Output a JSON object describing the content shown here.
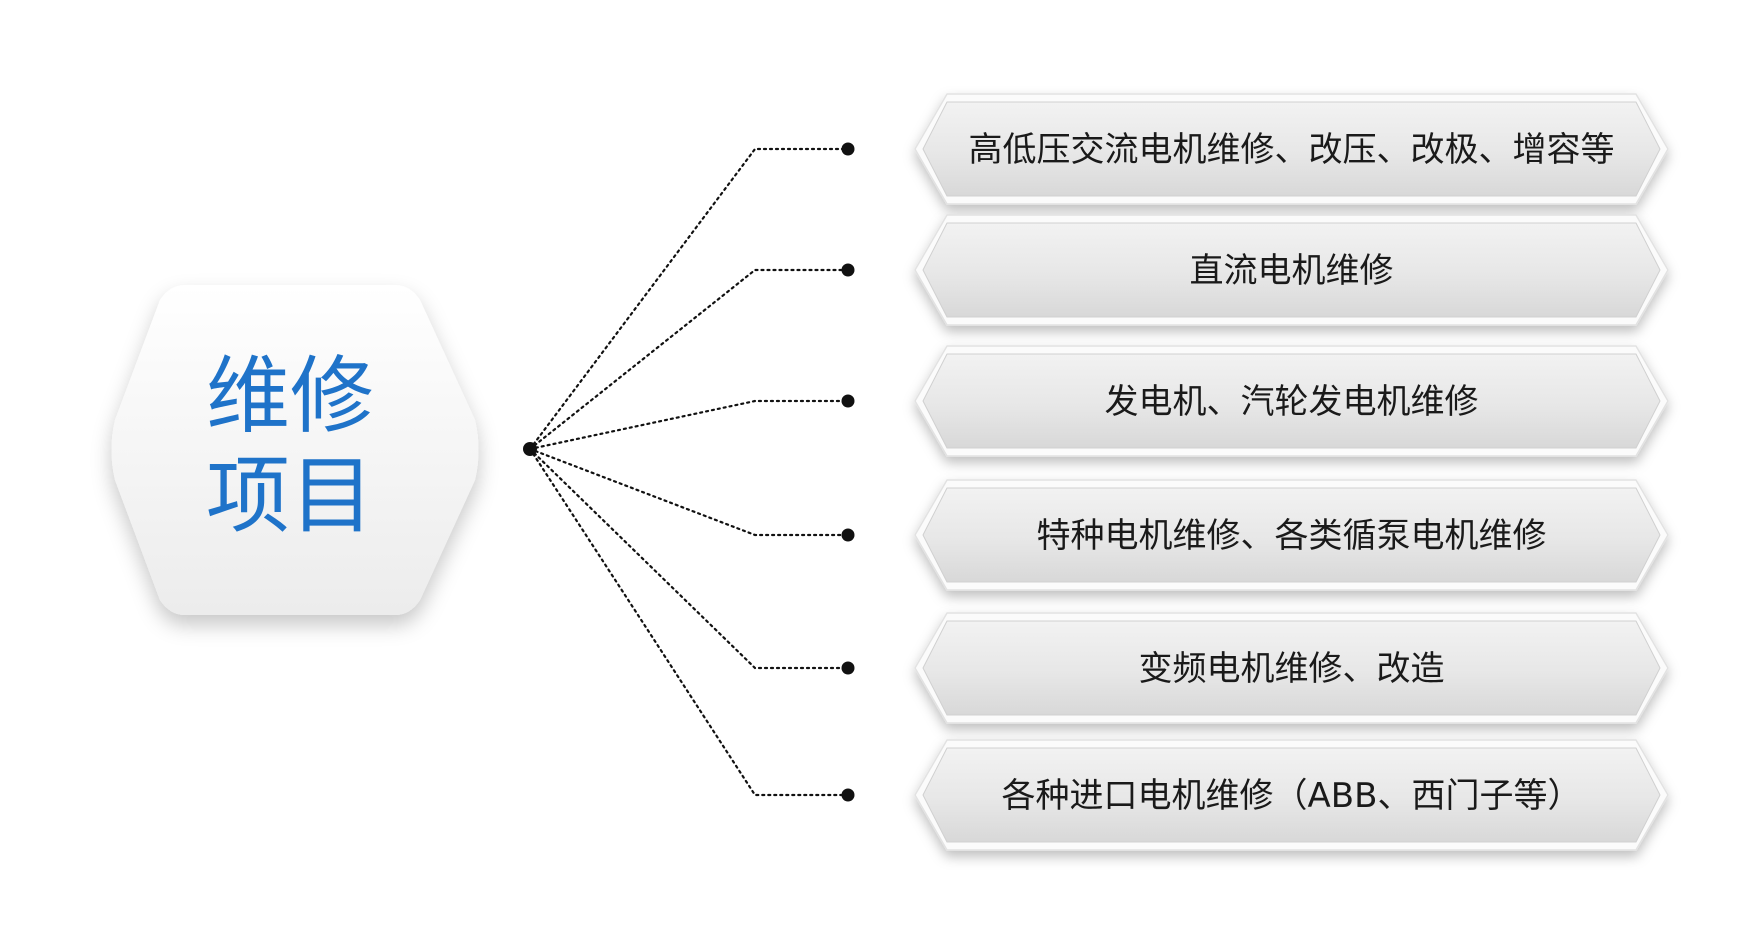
{
  "diagram": {
    "center": {
      "line1": "维修",
      "line2": "项目"
    },
    "items": [
      {
        "label": "高低压交流电机维修、改压、改极、增容等"
      },
      {
        "label": "直流电机维修"
      },
      {
        "label": "发电机、汽轮发电机维修"
      },
      {
        "label": "特种电机维修、各类循泵电机维修"
      },
      {
        "label": "变频电机维修、改造"
      },
      {
        "label": "各种进口电机维修（ABB、西门子等）"
      }
    ],
    "colors": {
      "title": "#1f73c9",
      "text": "#1a1a1a",
      "connector": "#111111"
    }
  }
}
